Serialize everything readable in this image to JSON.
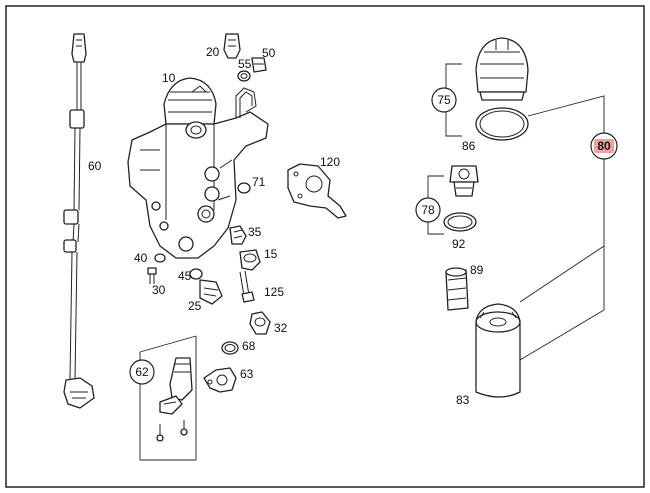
{
  "diagram": {
    "colors": {
      "line": "#222222",
      "background": "#ffffff",
      "highlight_fill": "#f4a0a0",
      "highlight_text": "#cc0000"
    },
    "labels": {
      "p10": "10",
      "p15": "15",
      "p20": "20",
      "p25": "25",
      "p30": "30",
      "p32": "32",
      "p35": "35",
      "p40": "40",
      "p45": "45",
      "p50": "50",
      "p55": "55",
      "p60": "60",
      "p62": "62",
      "p63": "63",
      "p68": "68",
      "p71": "71",
      "p75": "75",
      "p78": "78",
      "p80": "80",
      "p83": "83",
      "p86": "86",
      "p89": "89",
      "p92": "92",
      "p120": "120",
      "p125": "125"
    },
    "highlighted_part": "80"
  }
}
